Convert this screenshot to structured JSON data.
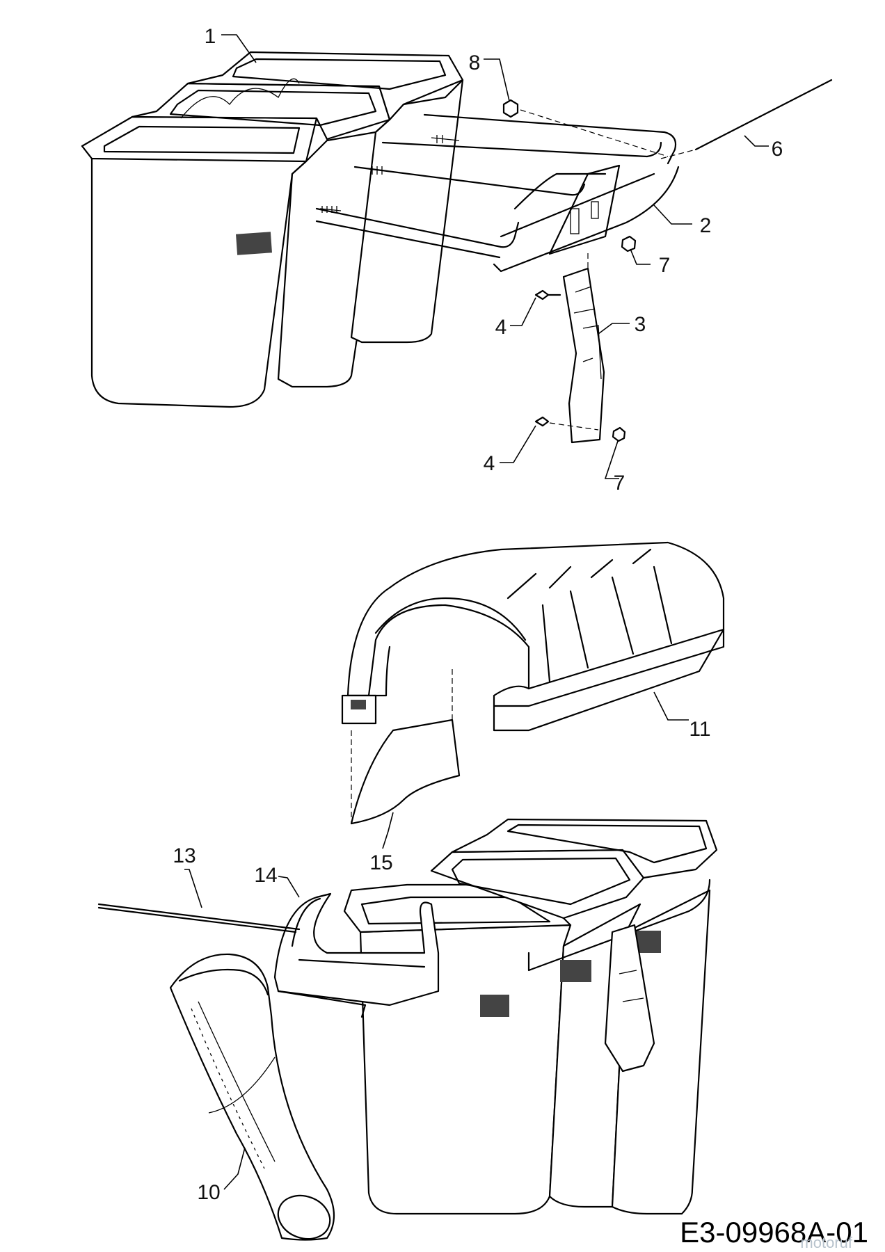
{
  "callouts": {
    "c1": "1",
    "c2": "2",
    "c3": "3",
    "c4a": "4",
    "c4b": "4",
    "c6": "6",
    "c7a": "7",
    "c7b": "7",
    "c8": "8",
    "c10": "10",
    "c11": "11",
    "c13": "13",
    "c14": "14",
    "c15": "15"
  },
  "document_number": "E3-09968A-01",
  "watermark": "motoruf"
}
